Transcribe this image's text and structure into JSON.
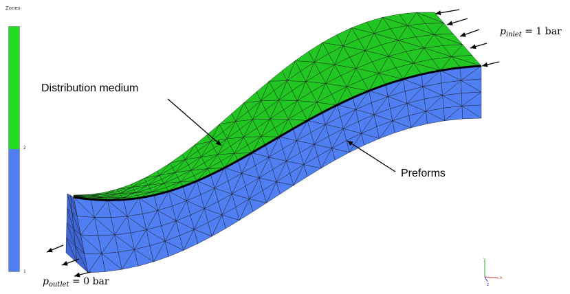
{
  "legend": {
    "title": "Zones",
    "ticks": [
      "2",
      "1"
    ],
    "colors": {
      "zone2": "#22dd22",
      "zone1": "#4f7ff2"
    }
  },
  "labels": {
    "distribution_medium": "Distribution medium",
    "preforms": "Preforms"
  },
  "boundary": {
    "inlet": {
      "symbol": "p",
      "subscript": "inlet",
      "value": "= 1 bar"
    },
    "outlet": {
      "symbol": "p",
      "subscript": "outlet",
      "value": "= 0 bar"
    }
  },
  "axes_triad": {
    "y": "y",
    "x": "x",
    "z": "z"
  },
  "colors": {
    "green_face": "#22c622",
    "blue_face": "#4f7ff2",
    "mesh_line": "#1a1a1a",
    "arrow": "#000000"
  }
}
